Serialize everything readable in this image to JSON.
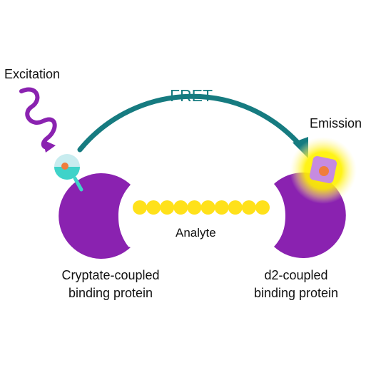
{
  "labels": {
    "excitation": "Excitation",
    "fret": "FRET",
    "emission": "Emission",
    "analyte": "Analyte",
    "left_protein_line1": "Cryptate-coupled",
    "left_protein_line2": "binding protein",
    "right_protein_line1": "d2-coupled",
    "right_protein_line2": "binding protein"
  },
  "colors": {
    "protein": "#8a22b0",
    "excitation_wave": "#8a22b0",
    "fret_arrow": "#167b80",
    "fret_text": "#167b80",
    "analyte_bead": "#ffe11a",
    "donor_top": "#c8ecef",
    "donor_bottom": "#3fd3c9",
    "donor_core": "#f07d3c",
    "donor_link": "#3fd3c9",
    "acceptor_square": "#c68be0",
    "acceptor_core": "#f07d3c",
    "emission_glow": "#fff200"
  },
  "analyte_bead_count": 10
}
